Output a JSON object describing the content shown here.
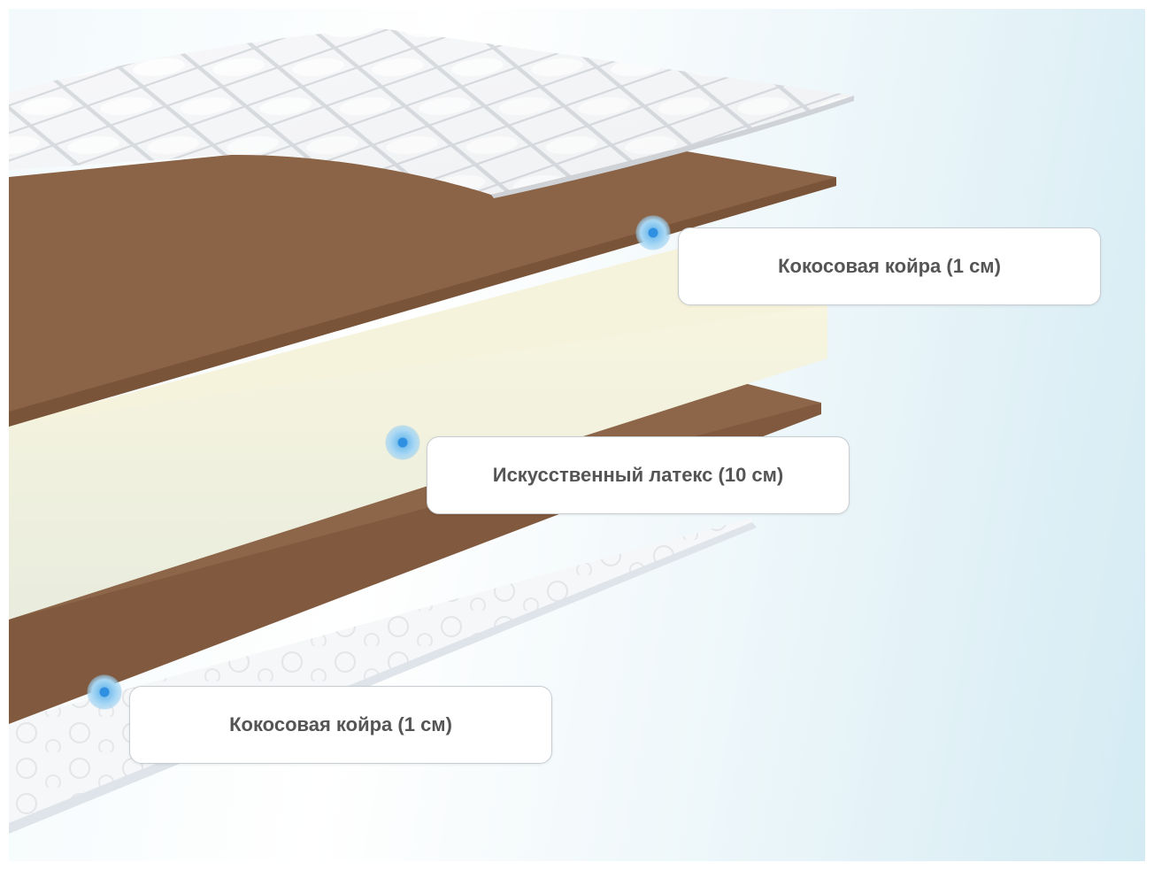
{
  "layers": [
    {
      "name": "quilted-cover-top",
      "material": "quilted cover"
    },
    {
      "name": "coir-top",
      "material": "coconut coir"
    },
    {
      "name": "latex",
      "material": "artificial latex"
    },
    {
      "name": "coir-bottom",
      "material": "coconut coir"
    },
    {
      "name": "cover-bottom",
      "material": "cover fabric"
    }
  ],
  "callouts": {
    "top": {
      "label": "Кокосовая койра (1 см)"
    },
    "middle": {
      "label": "Искусственный латекс (10 см)"
    },
    "bottom": {
      "label": "Кокосовая койра (1 см)"
    }
  },
  "colors": {
    "coir": "#8b6346",
    "latex": "#f1f0dc",
    "cover": "#f4f5f6",
    "marker": "#2f8fe0"
  }
}
